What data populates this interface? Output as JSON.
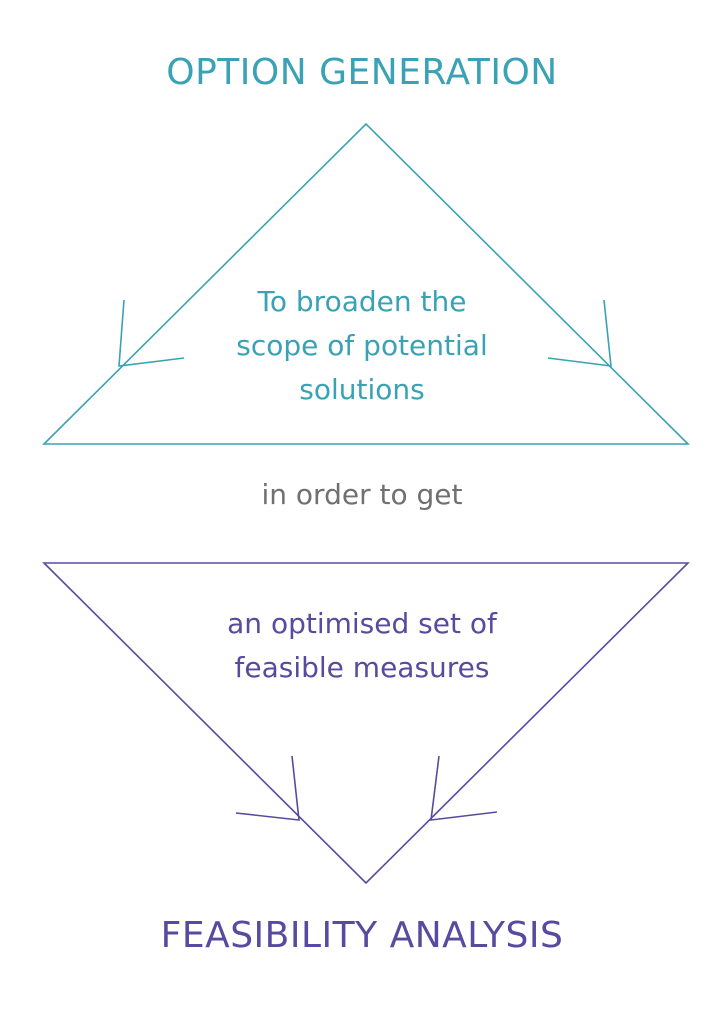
{
  "colors": {
    "teal": "#3aa2b5",
    "purple": "#584b9f",
    "gray": "#707070"
  },
  "top": {
    "heading": "OPTION GENERATION",
    "lines": [
      "To broaden the",
      "scope of potential",
      "solutions"
    ]
  },
  "connector": "in order to get",
  "bottom": {
    "lines": [
      "an optimised set of",
      "feasible measures"
    ],
    "heading": "FEASIBILITY ANALYSIS"
  }
}
